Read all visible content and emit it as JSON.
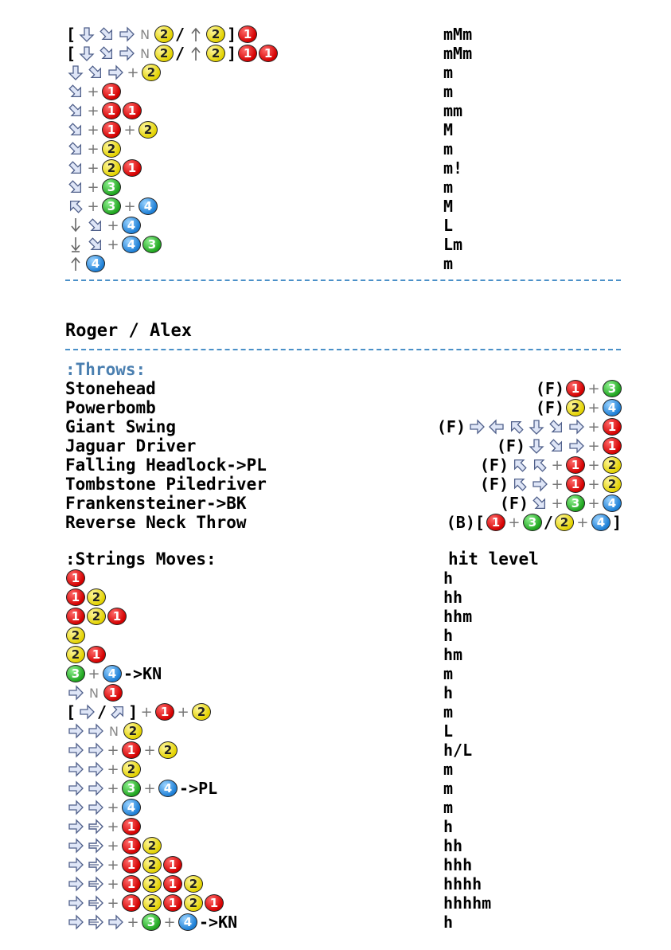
{
  "top_moves": [
    {
      "input": [
        {
          "t": "txt",
          "v": "["
        },
        {
          "t": "a",
          "d": "d"
        },
        {
          "t": "a",
          "d": "df"
        },
        {
          "t": "a",
          "d": "f"
        },
        {
          "t": "n"
        },
        {
          "t": "b",
          "v": 2
        },
        {
          "t": "txt",
          "v": "/"
        },
        {
          "t": "a",
          "d": "hu"
        },
        {
          "t": "b",
          "v": 2
        },
        {
          "t": "txt",
          "v": "]"
        },
        {
          "t": "b",
          "v": 1
        }
      ],
      "level": "mMm"
    },
    {
      "input": [
        {
          "t": "txt",
          "v": "["
        },
        {
          "t": "a",
          "d": "d"
        },
        {
          "t": "a",
          "d": "df"
        },
        {
          "t": "a",
          "d": "f"
        },
        {
          "t": "n"
        },
        {
          "t": "b",
          "v": 2
        },
        {
          "t": "txt",
          "v": "/"
        },
        {
          "t": "a",
          "d": "hu"
        },
        {
          "t": "b",
          "v": 2
        },
        {
          "t": "txt",
          "v": "]"
        },
        {
          "t": "b",
          "v": 1
        },
        {
          "t": "b",
          "v": 1
        }
      ],
      "level": "mMm"
    },
    {
      "input": [
        {
          "t": "a",
          "d": "d"
        },
        {
          "t": "a",
          "d": "df"
        },
        {
          "t": "a",
          "d": "f"
        },
        {
          "t": "p"
        },
        {
          "t": "b",
          "v": 2
        }
      ],
      "level": "m"
    },
    {
      "input": [
        {
          "t": "a",
          "d": "df"
        },
        {
          "t": "p"
        },
        {
          "t": "b",
          "v": 1
        }
      ],
      "level": "m"
    },
    {
      "input": [
        {
          "t": "a",
          "d": "df"
        },
        {
          "t": "p"
        },
        {
          "t": "b",
          "v": 1
        },
        {
          "t": "b",
          "v": 1
        }
      ],
      "level": "mm"
    },
    {
      "input": [
        {
          "t": "a",
          "d": "df"
        },
        {
          "t": "p"
        },
        {
          "t": "b",
          "v": 1
        },
        {
          "t": "p"
        },
        {
          "t": "b",
          "v": 2
        }
      ],
      "level": "M"
    },
    {
      "input": [
        {
          "t": "a",
          "d": "df"
        },
        {
          "t": "p"
        },
        {
          "t": "b",
          "v": 2
        }
      ],
      "level": "m"
    },
    {
      "input": [
        {
          "t": "a",
          "d": "df"
        },
        {
          "t": "p"
        },
        {
          "t": "b",
          "v": 2
        },
        {
          "t": "b",
          "v": 1
        }
      ],
      "level": "m!"
    },
    {
      "input": [
        {
          "t": "a",
          "d": "df"
        },
        {
          "t": "p"
        },
        {
          "t": "b",
          "v": 3
        }
      ],
      "level": "m"
    },
    {
      "input": [
        {
          "t": "a",
          "d": "ub"
        },
        {
          "t": "p"
        },
        {
          "t": "b",
          "v": 3
        },
        {
          "t": "p"
        },
        {
          "t": "b",
          "v": 4
        }
      ],
      "level": "M"
    },
    {
      "input": [
        {
          "t": "a",
          "d": "hd"
        },
        {
          "t": "a",
          "d": "df"
        },
        {
          "t": "p"
        },
        {
          "t": "b",
          "v": 4
        }
      ],
      "level": "L"
    },
    {
      "input": [
        {
          "t": "a",
          "d": "hd2"
        },
        {
          "t": "a",
          "d": "df"
        },
        {
          "t": "p"
        },
        {
          "t": "b",
          "v": 4
        },
        {
          "t": "b",
          "v": 3
        }
      ],
      "level": "Lm"
    },
    {
      "input": [
        {
          "t": "a",
          "d": "hu"
        },
        {
          "t": "b",
          "v": 4
        }
      ],
      "level": "m"
    }
  ],
  "character": {
    "name": "Roger / Alex"
  },
  "throws_section": {
    "title": ":Throws:"
  },
  "throws": [
    {
      "name": "Stonehead",
      "input": [
        {
          "t": "txt",
          "v": "(F)"
        },
        {
          "t": "b",
          "v": 1
        },
        {
          "t": "p"
        },
        {
          "t": "b",
          "v": 3
        }
      ]
    },
    {
      "name": "Powerbomb",
      "input": [
        {
          "t": "txt",
          "v": "(F)"
        },
        {
          "t": "b",
          "v": 2
        },
        {
          "t": "p"
        },
        {
          "t": "b",
          "v": 4
        }
      ]
    },
    {
      "name": "Giant Swing",
      "input": [
        {
          "t": "txt",
          "v": "(F)"
        },
        {
          "t": "a",
          "d": "f"
        },
        {
          "t": "a",
          "d": "b"
        },
        {
          "t": "a",
          "d": "ub"
        },
        {
          "t": "a",
          "d": "d"
        },
        {
          "t": "a",
          "d": "df"
        },
        {
          "t": "a",
          "d": "f"
        },
        {
          "t": "p"
        },
        {
          "t": "b",
          "v": 1
        }
      ]
    },
    {
      "name": "Jaguar Driver",
      "input": [
        {
          "t": "txt",
          "v": "(F)"
        },
        {
          "t": "a",
          "d": "d"
        },
        {
          "t": "a",
          "d": "df"
        },
        {
          "t": "a",
          "d": "f"
        },
        {
          "t": "p"
        },
        {
          "t": "b",
          "v": 1
        }
      ]
    },
    {
      "name": "Falling Headlock->PL",
      "input": [
        {
          "t": "txt",
          "v": "(F)"
        },
        {
          "t": "a",
          "d": "ub"
        },
        {
          "t": "a",
          "d": "ub"
        },
        {
          "t": "p"
        },
        {
          "t": "b",
          "v": 1
        },
        {
          "t": "p"
        },
        {
          "t": "b",
          "v": 2
        }
      ]
    },
    {
      "name": "Tombstone Piledriver",
      "input": [
        {
          "t": "txt",
          "v": "(F)"
        },
        {
          "t": "a",
          "d": "ub"
        },
        {
          "t": "a",
          "d": "f"
        },
        {
          "t": "p"
        },
        {
          "t": "b",
          "v": 1
        },
        {
          "t": "p"
        },
        {
          "t": "b",
          "v": 2
        }
      ]
    },
    {
      "name": "Frankensteiner->BK",
      "input": [
        {
          "t": "txt",
          "v": "(F)"
        },
        {
          "t": "a",
          "d": "df"
        },
        {
          "t": "p"
        },
        {
          "t": "b",
          "v": 3
        },
        {
          "t": "p"
        },
        {
          "t": "b",
          "v": 4
        }
      ]
    },
    {
      "name": "Reverse Neck Throw",
      "input": [
        {
          "t": "txt",
          "v": "(B)["
        },
        {
          "t": "b",
          "v": 1
        },
        {
          "t": "p"
        },
        {
          "t": "b",
          "v": 3
        },
        {
          "t": "txt",
          "v": "/"
        },
        {
          "t": "b",
          "v": 2
        },
        {
          "t": "p"
        },
        {
          "t": "b",
          "v": 4
        },
        {
          "t": "txt",
          "v": "]"
        }
      ]
    }
  ],
  "strings_section": {
    "title": ":Strings Moves:",
    "level_header": "hit level"
  },
  "strings": [
    {
      "input": [
        {
          "t": "b",
          "v": 1
        }
      ],
      "level": "h"
    },
    {
      "input": [
        {
          "t": "b",
          "v": 1
        },
        {
          "t": "b",
          "v": 2
        }
      ],
      "level": "hh"
    },
    {
      "input": [
        {
          "t": "b",
          "v": 1
        },
        {
          "t": "b",
          "v": 2
        },
        {
          "t": "b",
          "v": 1
        }
      ],
      "level": "hhm"
    },
    {
      "input": [
        {
          "t": "b",
          "v": 2
        }
      ],
      "level": "h"
    },
    {
      "input": [
        {
          "t": "b",
          "v": 2
        },
        {
          "t": "b",
          "v": 1
        }
      ],
      "level": "hm"
    },
    {
      "input": [
        {
          "t": "b",
          "v": 3
        },
        {
          "t": "p"
        },
        {
          "t": "b",
          "v": 4
        },
        {
          "t": "txt",
          "v": "->KN"
        }
      ],
      "level": "m"
    },
    {
      "input": [
        {
          "t": "a",
          "d": "f"
        },
        {
          "t": "n"
        },
        {
          "t": "b",
          "v": 1
        }
      ],
      "level": "h"
    },
    {
      "input": [
        {
          "t": "txt",
          "v": "["
        },
        {
          "t": "a",
          "d": "f"
        },
        {
          "t": "txt",
          "v": "/"
        },
        {
          "t": "a",
          "d": "uf"
        },
        {
          "t": "txt",
          "v": "]"
        },
        {
          "t": "p"
        },
        {
          "t": "b",
          "v": 1
        },
        {
          "t": "p"
        },
        {
          "t": "b",
          "v": 2
        }
      ],
      "level": "m"
    },
    {
      "input": [
        {
          "t": "a",
          "d": "f"
        },
        {
          "t": "a",
          "d": "f"
        },
        {
          "t": "n"
        },
        {
          "t": "b",
          "v": 2
        }
      ],
      "level": "L"
    },
    {
      "input": [
        {
          "t": "a",
          "d": "f"
        },
        {
          "t": "a",
          "d": "f"
        },
        {
          "t": "p"
        },
        {
          "t": "b",
          "v": 1
        },
        {
          "t": "p"
        },
        {
          "t": "b",
          "v": 2
        }
      ],
      "level": "h/L"
    },
    {
      "input": [
        {
          "t": "a",
          "d": "f"
        },
        {
          "t": "a",
          "d": "f"
        },
        {
          "t": "p"
        },
        {
          "t": "b",
          "v": 2
        }
      ],
      "level": "m"
    },
    {
      "input": [
        {
          "t": "a",
          "d": "f"
        },
        {
          "t": "a",
          "d": "f"
        },
        {
          "t": "p"
        },
        {
          "t": "b",
          "v": 3
        },
        {
          "t": "p"
        },
        {
          "t": "b",
          "v": 4
        },
        {
          "t": "txt",
          "v": "->PL"
        }
      ],
      "level": "m"
    },
    {
      "input": [
        {
          "t": "a",
          "d": "f"
        },
        {
          "t": "a",
          "d": "f"
        },
        {
          "t": "p"
        },
        {
          "t": "b",
          "v": 4
        }
      ],
      "level": "m"
    },
    {
      "input": [
        {
          "t": "a",
          "d": "f"
        },
        {
          "t": "a",
          "d": "hf"
        },
        {
          "t": "p"
        },
        {
          "t": "b",
          "v": 1
        }
      ],
      "level": "h"
    },
    {
      "input": [
        {
          "t": "a",
          "d": "f"
        },
        {
          "t": "a",
          "d": "hf"
        },
        {
          "t": "p"
        },
        {
          "t": "b",
          "v": 1
        },
        {
          "t": "b",
          "v": 2
        }
      ],
      "level": "hh"
    },
    {
      "input": [
        {
          "t": "a",
          "d": "f"
        },
        {
          "t": "a",
          "d": "hf"
        },
        {
          "t": "p"
        },
        {
          "t": "b",
          "v": 1
        },
        {
          "t": "b",
          "v": 2
        },
        {
          "t": "b",
          "v": 1
        }
      ],
      "level": "hhh"
    },
    {
      "input": [
        {
          "t": "a",
          "d": "f"
        },
        {
          "t": "a",
          "d": "hf"
        },
        {
          "t": "p"
        },
        {
          "t": "b",
          "v": 1
        },
        {
          "t": "b",
          "v": 2
        },
        {
          "t": "b",
          "v": 1
        },
        {
          "t": "b",
          "v": 2
        }
      ],
      "level": "hhhh"
    },
    {
      "input": [
        {
          "t": "a",
          "d": "f"
        },
        {
          "t": "a",
          "d": "hf"
        },
        {
          "t": "p"
        },
        {
          "t": "b",
          "v": 1
        },
        {
          "t": "b",
          "v": 2
        },
        {
          "t": "b",
          "v": 1
        },
        {
          "t": "b",
          "v": 2
        },
        {
          "t": "b",
          "v": 1
        }
      ],
      "level": "hhhhm"
    },
    {
      "input": [
        {
          "t": "a",
          "d": "f"
        },
        {
          "t": "a",
          "d": "hf"
        },
        {
          "t": "a",
          "d": "f"
        },
        {
          "t": "p"
        },
        {
          "t": "b",
          "v": 3
        },
        {
          "t": "p"
        },
        {
          "t": "b",
          "v": 4
        },
        {
          "t": "txt",
          "v": "->KN"
        }
      ],
      "level": "h"
    }
  ],
  "colors": {
    "button_1": "#d40000",
    "button_2": "#e3d200",
    "button_3": "#1fa51f",
    "button_4": "#1d7fd6",
    "divider": "#4a90c8",
    "section_title": "#4a7fb0"
  }
}
